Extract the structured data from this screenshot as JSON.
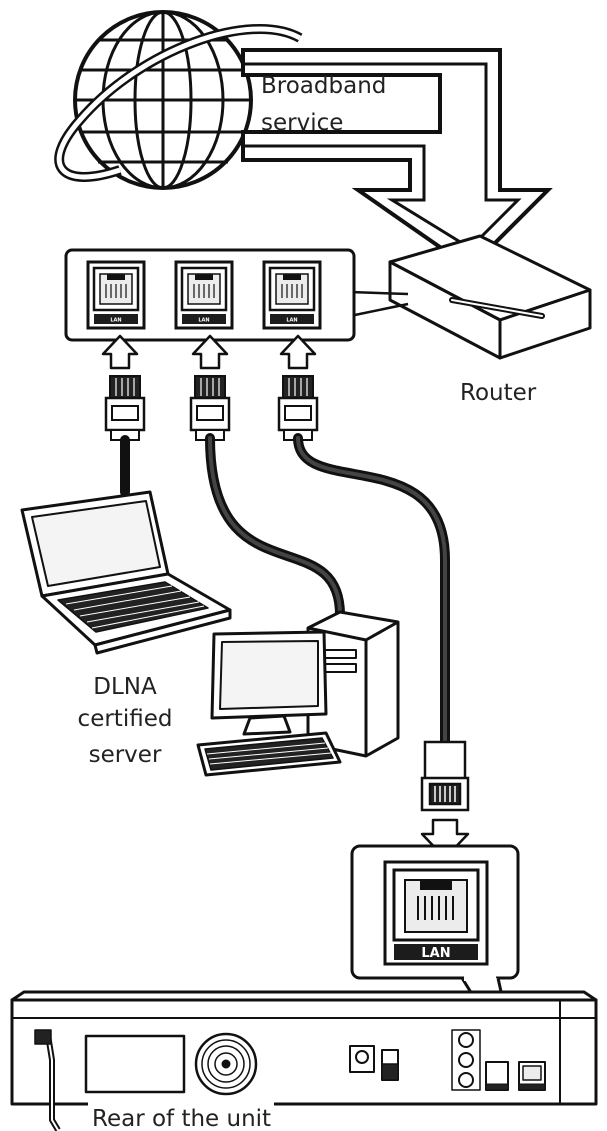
{
  "labels": {
    "broadband_line1": "Broadband",
    "broadband_line2": "service",
    "router": "Router",
    "dlna_line1": "DLNA",
    "dlna_line2": "certified",
    "dlna_line3": "server",
    "rear_unit": "Rear of the unit"
  },
  "ports": {
    "router_port_1": "LAN",
    "router_port_2": "LAN",
    "router_port_3": "LAN",
    "unit_port": "LAN"
  },
  "colors": {
    "line": "#111111",
    "fill": "#ffffff",
    "cable": "#1a1a1a",
    "port_dark": "#1c1c1c",
    "screen": "#f4f4f4"
  }
}
